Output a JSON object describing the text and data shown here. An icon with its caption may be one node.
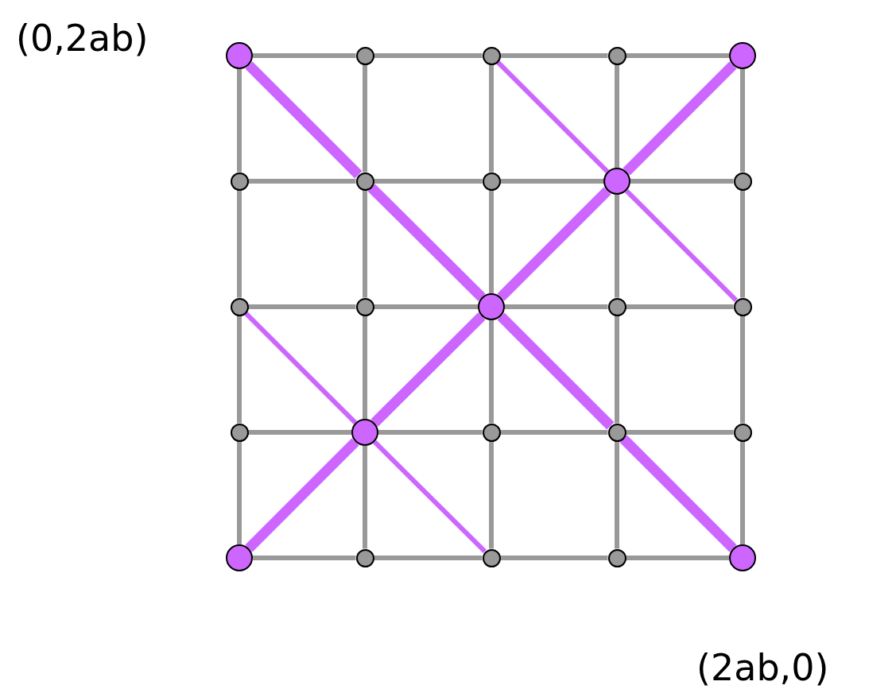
{
  "diagram": {
    "nodes": [
      {
        "text": [],
        "shape": "circle"
      },
      {
        "text": [],
        "shape": "circle"
      },
      {
        "text": [],
        "shape": "circle"
      },
      {
        "text": [],
        "shape": "circle"
      },
      {
        "text": [],
        "shape": "circle"
      },
      {
        "text": [],
        "shape": "circle"
      },
      {
        "text": [],
        "shape": "circle"
      },
      {
        "text": [],
        "shape": "circle"
      },
      {
        "text": [],
        "shape": "circle"
      },
      {
        "text": [],
        "shape": "circle"
      },
      {
        "text": [],
        "shape": "circle"
      },
      {
        "text": [],
        "shape": "circle"
      },
      {
        "text": [],
        "shape": "circle"
      },
      {
        "text": [],
        "shape": "circle"
      },
      {
        "text": [],
        "shape": "circle"
      },
      {
        "text": [],
        "shape": "circle"
      },
      {
        "text": [],
        "shape": "circle"
      },
      {
        "text": [],
        "shape": "circle"
      },
      {
        "text": [],
        "shape": "circle"
      },
      {
        "text": [],
        "shape": "circle"
      },
      {
        "text": [],
        "shape": "circle"
      },
      {
        "text": [],
        "shape": "circle"
      },
      {
        "text": [],
        "shape": "circle"
      },
      {
        "text": [],
        "shape": "circle"
      },
      {
        "text": [],
        "shape": "circle"
      }
    ],
    "edges": [
      {
        "from": 0,
        "to": 1,
        "arrow": "none"
      },
      {
        "from": 1,
        "to": 2,
        "arrow": "none"
      },
      {
        "from": 2,
        "to": 3,
        "arrow": "none"
      },
      {
        "from": 3,
        "to": 4,
        "arrow": "none"
      },
      {
        "from": 5,
        "to": 6,
        "arrow": "none"
      },
      {
        "from": 6,
        "to": 7,
        "arrow": "none"
      },
      {
        "from": 7,
        "to": 8,
        "arrow": "none"
      },
      {
        "from": 8,
        "to": 9,
        "arrow": "none"
      },
      {
        "from": 10,
        "to": 11,
        "arrow": "none"
      },
      {
        "from": 11,
        "to": 12,
        "arrow": "none"
      },
      {
        "from": 12,
        "to": 13,
        "arrow": "none"
      },
      {
        "from": 13,
        "to": 14,
        "arrow": "none"
      },
      {
        "from": 15,
        "to": 16,
        "arrow": "none"
      },
      {
        "from": 16,
        "to": 17,
        "arrow": "none"
      },
      {
        "from": 17,
        "to": 18,
        "arrow": "none"
      },
      {
        "from": 18,
        "to": 19,
        "arrow": "none"
      },
      {
        "from": 20,
        "to": 21,
        "arrow": "none"
      },
      {
        "from": 21,
        "to": 22,
        "arrow": "none"
      },
      {
        "from": 22,
        "to": 23,
        "arrow": "none"
      },
      {
        "from": 23,
        "to": 24,
        "arrow": "none"
      },
      {
        "from": 0,
        "to": 5,
        "arrow": "none"
      },
      {
        "from": 1,
        "to": 6,
        "arrow": "none"
      },
      {
        "from": 2,
        "to": 7,
        "arrow": "none"
      },
      {
        "from": 3,
        "to": 8,
        "arrow": "none"
      },
      {
        "from": 4,
        "to": 9,
        "arrow": "none"
      },
      {
        "from": 5,
        "to": 10,
        "arrow": "none"
      },
      {
        "from": 6,
        "to": 11,
        "arrow": "none"
      },
      {
        "from": 7,
        "to": 12,
        "arrow": "none"
      },
      {
        "from": 8,
        "to": 13,
        "arrow": "none"
      },
      {
        "from": 9,
        "to": 14,
        "arrow": "none"
      },
      {
        "from": 10,
        "to": 15,
        "arrow": "none"
      },
      {
        "from": 11,
        "to": 16,
        "arrow": "none"
      },
      {
        "from": 12,
        "to": 17,
        "arrow": "none"
      },
      {
        "from": 13,
        "to": 18,
        "arrow": "none"
      },
      {
        "from": 14,
        "to": 19,
        "arrow": "none"
      },
      {
        "from": 15,
        "to": 20,
        "arrow": "none"
      },
      {
        "from": 16,
        "to": 21,
        "arrow": "none"
      },
      {
        "from": 17,
        "to": 22,
        "arrow": "none"
      },
      {
        "from": 18,
        "to": 23,
        "arrow": "none"
      },
      {
        "from": 19,
        "to": 24,
        "arrow": "none"
      },
      {
        "from": 0,
        "to": 6,
        "arrow": "none",
        "style": "thick",
        "color": "#cc66ff"
      },
      {
        "from": 6,
        "to": 12,
        "arrow": "none",
        "style": "thick",
        "color": "#cc66ff"
      },
      {
        "from": 12,
        "to": 18,
        "arrow": "none",
        "style": "thick",
        "color": "#cc66ff"
      },
      {
        "from": 18,
        "to": 24,
        "arrow": "none",
        "style": "thick",
        "color": "#cc66ff"
      },
      {
        "from": 20,
        "to": 16,
        "arrow": "none",
        "style": "thick",
        "color": "#cc66ff"
      },
      {
        "from": 16,
        "to": 12,
        "arrow": "none",
        "style": "thick",
        "color": "#cc66ff"
      },
      {
        "from": 12,
        "to": 8,
        "arrow": "none",
        "style": "thick",
        "color": "#cc66ff"
      },
      {
        "from": 8,
        "to": 4,
        "arrow": "none",
        "style": "thick",
        "color": "#cc66ff"
      },
      {
        "from": 2,
        "to": 8,
        "arrow": "none",
        "color": "#cc66ff"
      },
      {
        "from": 8,
        "to": 14,
        "arrow": "none",
        "color": "#cc66ff"
      },
      {
        "from": 10,
        "to": 16,
        "arrow": "none",
        "color": "#cc66ff"
      },
      {
        "from": 16,
        "to": 22,
        "arrow": "none",
        "color": "#cc66ff"
      }
    ],
    "labels": [
      "(0,2ab)",
      "(2ab,0)"
    ]
  }
}
